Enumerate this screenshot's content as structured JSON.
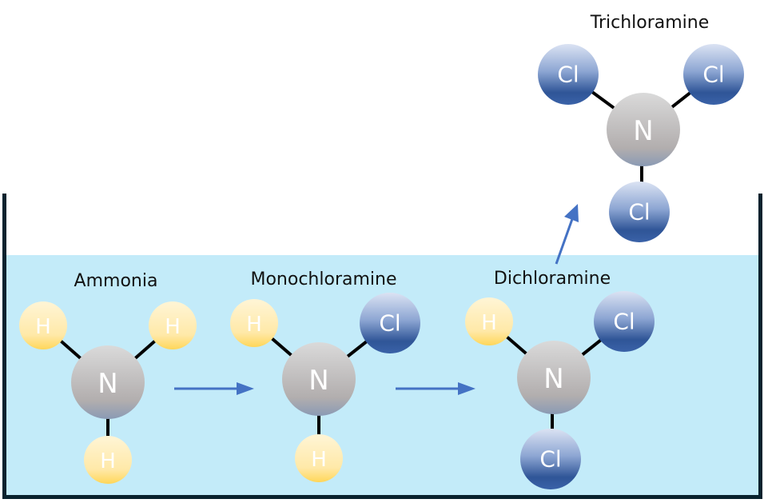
{
  "title": "Chloramine formation in water",
  "colors": {
    "water": "#c3ebf9",
    "container_border": "#08222e",
    "arrow": "#4472c4",
    "bond": "#000000",
    "hydrogen_top": "#fff3cf",
    "hydrogen_bottom": "#ffd966",
    "chlorine_top": "#d6e0f2",
    "chlorine_bottom": "#2f5597",
    "nitrogen_top": "#d9d9d9",
    "nitrogen_bottom": "#8496b0"
  },
  "molecules": [
    {
      "id": "ammonia",
      "name": "Ammonia",
      "center": "N",
      "substituents": [
        "H",
        "H",
        "H"
      ],
      "in_water": true
    },
    {
      "id": "monochloramine",
      "name": "Monochloramine",
      "center": "N",
      "substituents": [
        "H",
        "Cl",
        "H"
      ],
      "in_water": true
    },
    {
      "id": "dichloramine",
      "name": "Dichloramine",
      "center": "N",
      "substituents": [
        "H",
        "Cl",
        "Cl"
      ],
      "in_water": true
    },
    {
      "id": "trichloramine",
      "name": "Trichloramine",
      "center": "N",
      "substituents": [
        "Cl",
        "Cl",
        "Cl"
      ],
      "in_water": false
    }
  ],
  "arrows": [
    {
      "from": "ammonia",
      "to": "monochloramine",
      "direction": "right"
    },
    {
      "from": "monochloramine",
      "to": "dichloramine",
      "direction": "right"
    },
    {
      "from": "dichloramine",
      "to": "trichloramine",
      "direction": "up"
    }
  ]
}
